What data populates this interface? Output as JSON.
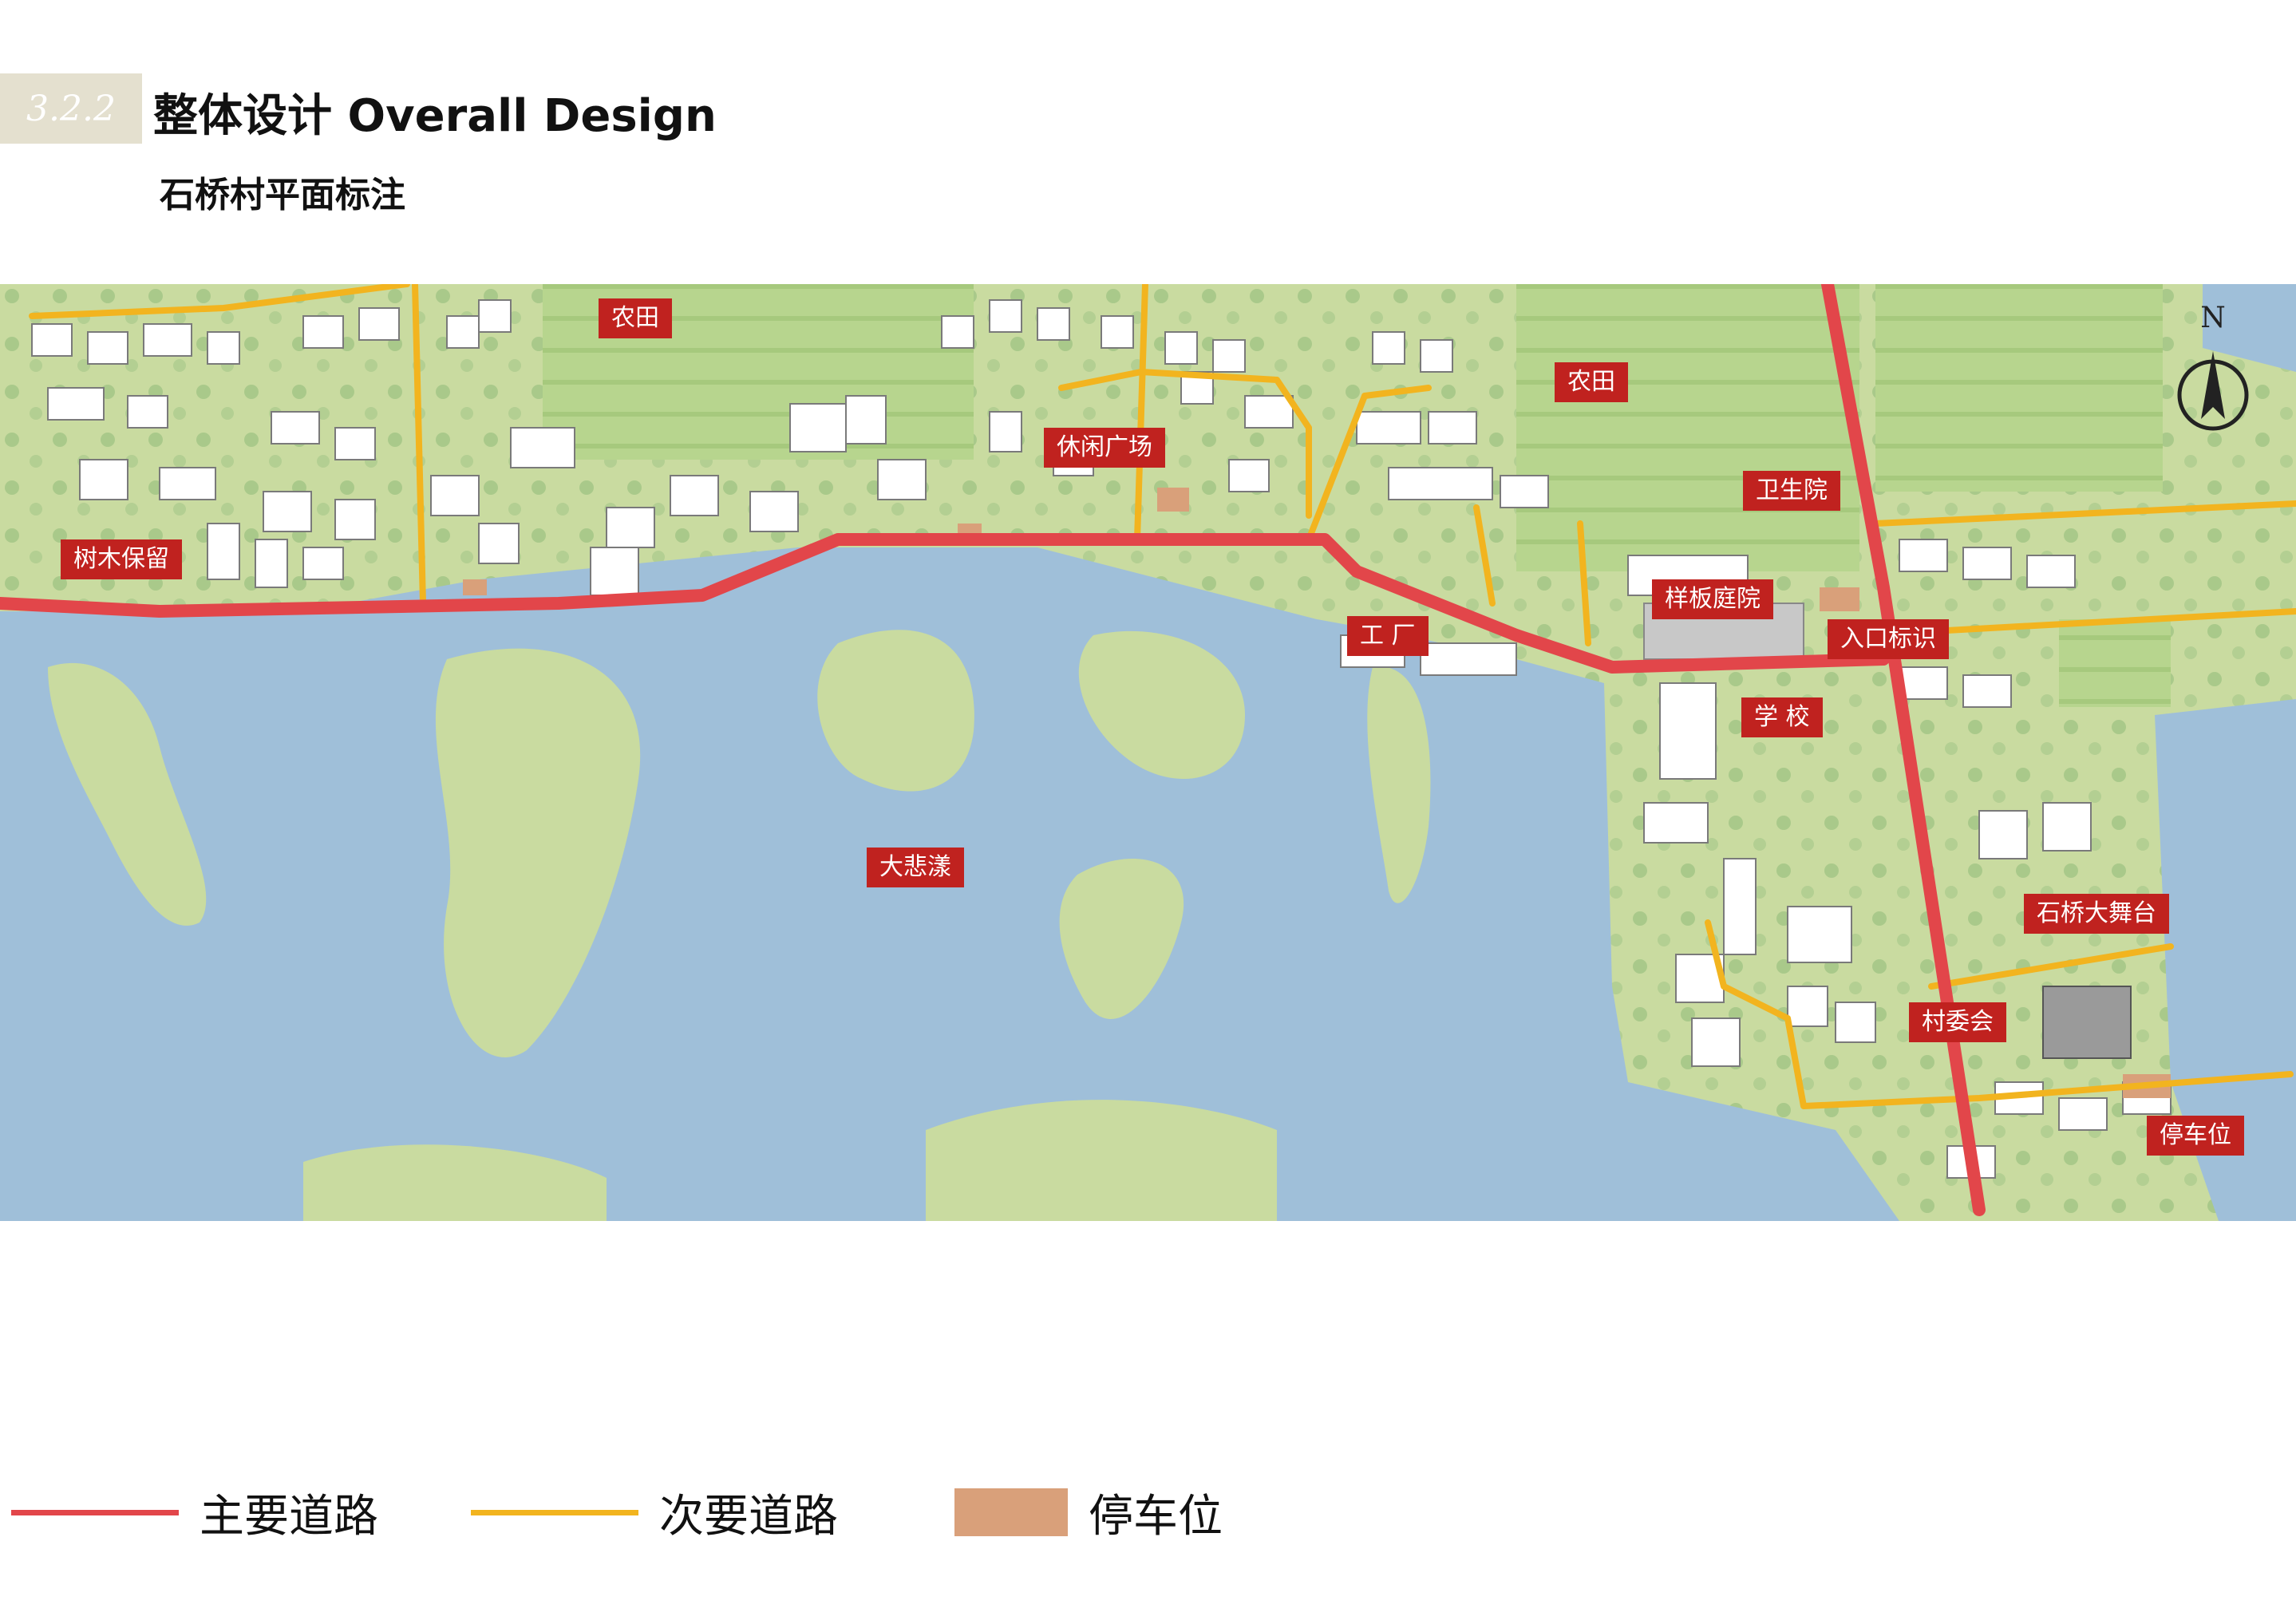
{
  "header": {
    "section_number": "3.2.2",
    "title": "整体设计 Overall Design",
    "subtitle": "石桥村平面标注"
  },
  "map": {
    "north_label": "N",
    "labels": [
      {
        "id": "farmland-1",
        "text": "农田"
      },
      {
        "id": "farmland-2",
        "text": "农田"
      },
      {
        "id": "leisure-plaza",
        "text": "休闲广场"
      },
      {
        "id": "tree-preservation",
        "text": "树木保留"
      },
      {
        "id": "health-center",
        "text": "卫生院"
      },
      {
        "id": "model-courtyard",
        "text": "样板庭院"
      },
      {
        "id": "factory",
        "text": "工  厂"
      },
      {
        "id": "entrance-sign",
        "text": "入口标识"
      },
      {
        "id": "school",
        "text": "学  校"
      },
      {
        "id": "lake",
        "text": "大悲漾"
      },
      {
        "id": "stage",
        "text": "石桥大舞台"
      },
      {
        "id": "village-committee",
        "text": "村委会"
      },
      {
        "id": "parking",
        "text": "停车位"
      }
    ],
    "colors": {
      "water": "#9fbfd9",
      "land": "#c9dba0",
      "main_road": "#e2464a",
      "secondary_road": "#f2b41f",
      "parking": "#d9a07a",
      "label_bg": "#c0221f"
    }
  },
  "legend": {
    "items": [
      {
        "label": "主要道路",
        "color": "#e2464a",
        "kind": "line"
      },
      {
        "label": "次要道路",
        "color": "#f2b41f",
        "kind": "line"
      },
      {
        "label": "停车位",
        "color": "#d9a07a",
        "kind": "swatch"
      }
    ]
  }
}
